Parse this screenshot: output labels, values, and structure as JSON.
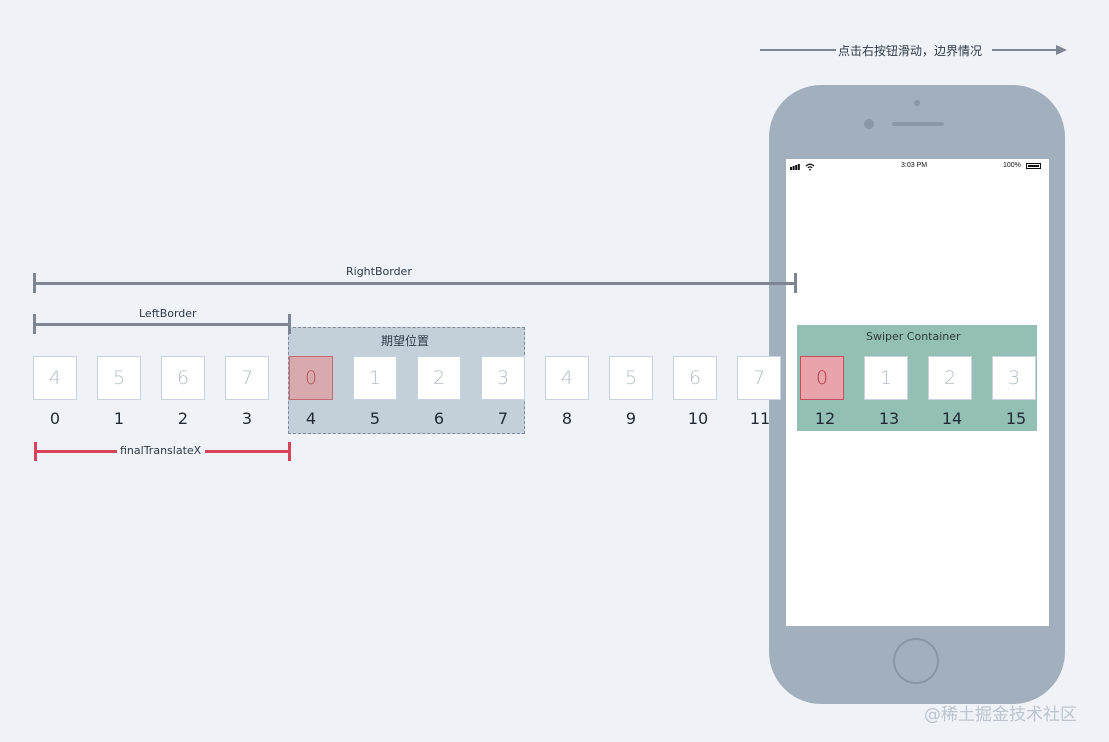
{
  "top_arrow": {
    "label": "点击右按钮滑动，边界情况"
  },
  "right_border": {
    "label": "RightBorder"
  },
  "left_border": {
    "label": "LeftBorder"
  },
  "expected_area": {
    "label": "期望位置"
  },
  "final_translate": {
    "label": "finalTranslateX"
  },
  "swiper": {
    "label": "Swiper Container"
  },
  "status_bar": {
    "time": "3:03 PM",
    "battery": "100%"
  },
  "slides": [
    "4",
    "5",
    "6",
    "7",
    "0",
    "1",
    "2",
    "3",
    "4",
    "5",
    "6",
    "7",
    "0",
    "1",
    "2",
    "3"
  ],
  "indices": [
    "0",
    "1",
    "2",
    "3",
    "4",
    "5",
    "6",
    "7",
    "8",
    "9",
    "10",
    "11",
    "12",
    "13",
    "14",
    "15"
  ],
  "watermark": "@稀土掘金技术社区",
  "colors": {
    "background": "#eff3f8",
    "phone": "#a2afbd",
    "swiper": "#93bfb5",
    "expected": "#c3d0da",
    "highlight": "#e8a3ab",
    "red_line": "#d9445b",
    "line": "#7c8591"
  }
}
